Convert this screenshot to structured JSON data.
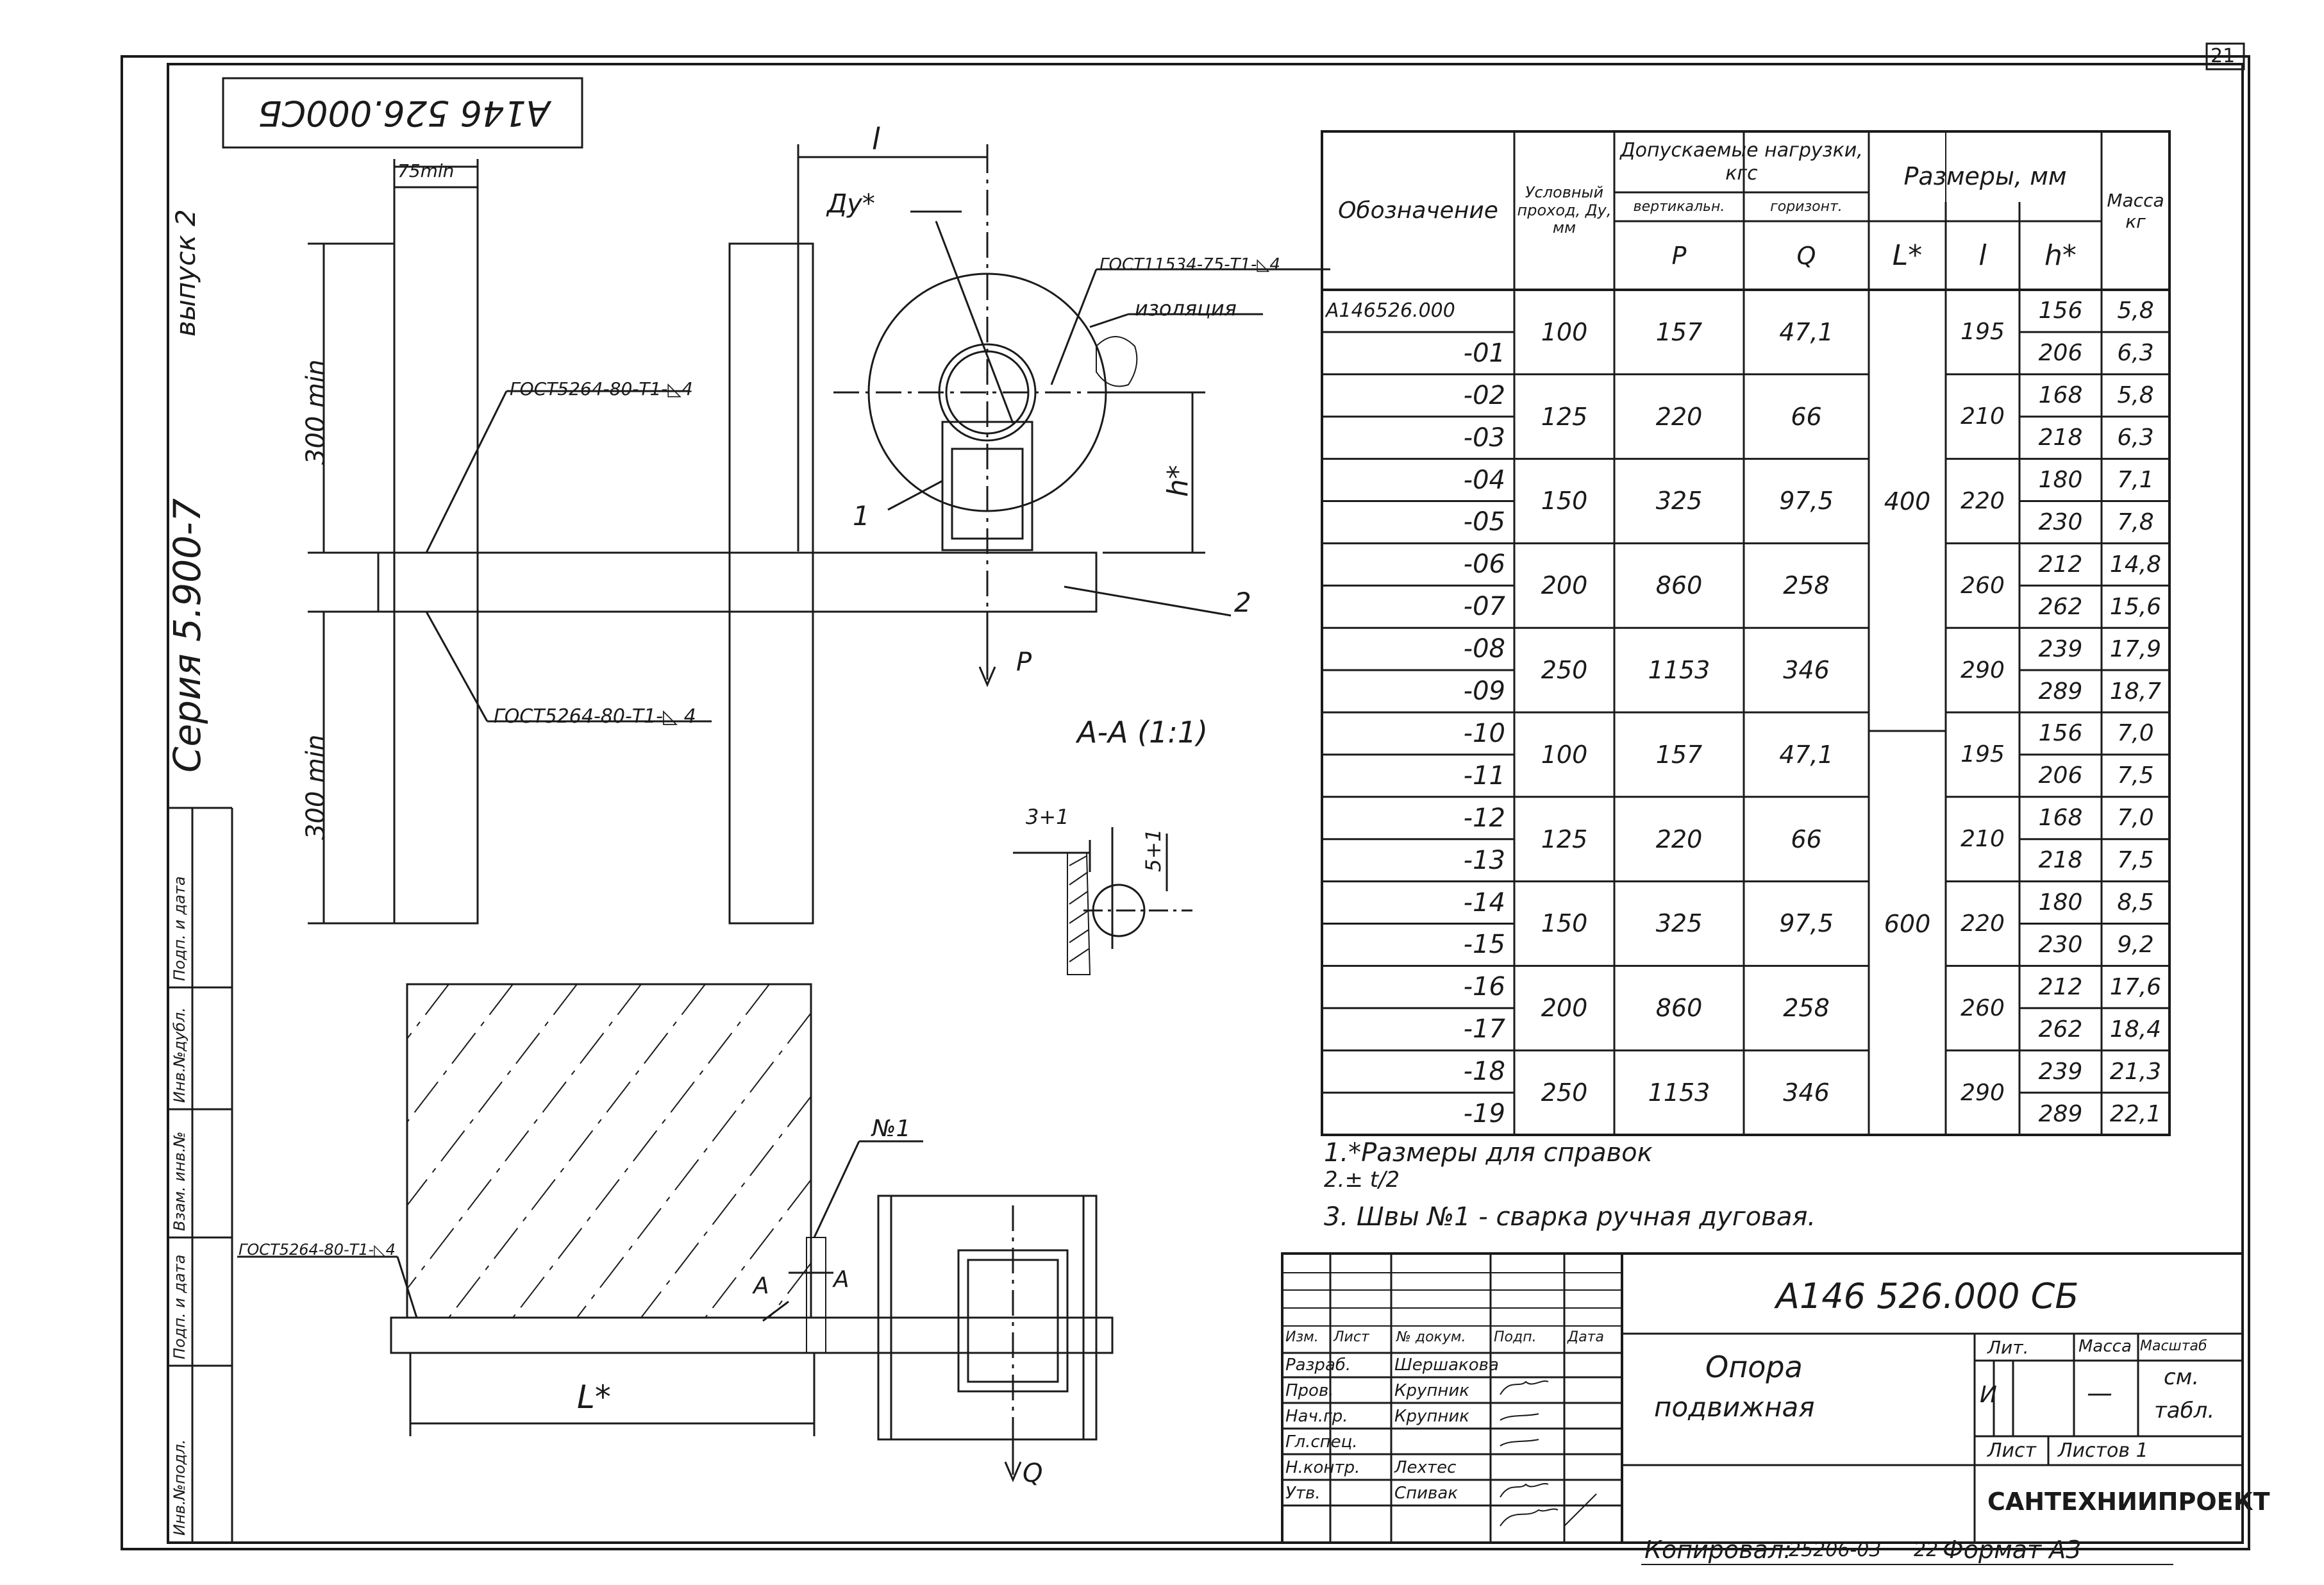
{
  "sheet_number": "21",
  "doc_code": "А146 526.000СБ",
  "doc_code_stamp": "А146 526.000 СБ",
  "series": "Серия 5.900-7",
  "issue": "выпуск 2",
  "drawing": {
    "min75": "75min",
    "min300_top": "300 min",
    "min300_bottom": "300 min",
    "weld_gost_top": "ГОСТ5264-80-Т1-◺4",
    "weld_gost_mid": "ГОСТ5264-80-Т1-◺ 4",
    "weld_gost_plan": "ГОСТ5264-80-Т1-◺4",
    "weld_gost_pipe": "ГОСТ11534-75-Т1-◺4",
    "insulation": "изоляция",
    "dim_l": "l",
    "dim_du": "Ду*",
    "dim_h": "h*",
    "dim_L": "L*",
    "part_1": "1",
    "part_2": "2",
    "load_P": "P",
    "load_Q": "Q",
    "section_aa": "А-А (1:1)",
    "weld_no": "№1",
    "mark_a1": "А",
    "mark_a2": "А",
    "dim_3": "3+1",
    "dim_5": "5+1"
  },
  "table": {
    "headers": {
      "designation": "Обозначение",
      "nominal_bore": "Условный проход, Ду, мм",
      "loads": "Допускаемые нагрузки, кгс",
      "vertical": "вертикальн.",
      "horizontal": "горизонт.",
      "p": "P",
      "q": "Q",
      "sizes": "Размеры, мм",
      "L": "L*",
      "l": "l",
      "h": "h*",
      "mass": "Масса кг"
    },
    "designations": [
      "А146526.000",
      "-01",
      "-02",
      "-03",
      "-04",
      "-05",
      "-06",
      "-07",
      "-08",
      "-09",
      "-10",
      "-11",
      "-12",
      "-13",
      "-14",
      "-15",
      "-16",
      "-17",
      "-18",
      "-19"
    ],
    "groups": [
      {
        "du": "100",
        "p": "157",
        "q": "47,1",
        "l": "195"
      },
      {
        "du": "125",
        "p": "220",
        "q": "66",
        "l": "210"
      },
      {
        "du": "150",
        "p": "325",
        "q": "97,5",
        "l": "220"
      },
      {
        "du": "200",
        "p": "860",
        "q": "258",
        "l": "260"
      },
      {
        "du": "250",
        "p": "1153",
        "q": "346",
        "l": "290"
      },
      {
        "du": "100",
        "p": "157",
        "q": "47,1",
        "l": "195"
      },
      {
        "du": "125",
        "p": "220",
        "q": "66",
        "l": "210"
      },
      {
        "du": "150",
        "p": "325",
        "q": "97,5",
        "l": "220"
      },
      {
        "du": "200",
        "p": "860",
        "q": "258",
        "l": "260"
      },
      {
        "du": "250",
        "p": "1153",
        "q": "346",
        "l": "290"
      }
    ],
    "L_values": [
      "400",
      "600"
    ],
    "h_values": [
      "156",
      "206",
      "168",
      "218",
      "180",
      "230",
      "212",
      "262",
      "239",
      "289",
      "156",
      "206",
      "168",
      "218",
      "180",
      "230",
      "212",
      "262",
      "239",
      "289"
    ],
    "mass_values": [
      "5,8",
      "6,3",
      "5,8",
      "6,3",
      "7,1",
      "7,8",
      "14,8",
      "15,6",
      "17,9",
      "18,7",
      "7,0",
      "7,5",
      "7,0",
      "7,5",
      "8,5",
      "9,2",
      "17,6",
      "18,4",
      "21,3",
      "22,1"
    ]
  },
  "notes": [
    "1.*Размеры для справок",
    "2.± t/2",
    "3. Швы №1 - сварка ручная дуговая."
  ],
  "title_block": {
    "product_name_1": "Опора",
    "product_name_2": "подвижная",
    "lit_header": "Лит.",
    "mass_header": "Масса",
    "scale_header": "Масштаб",
    "lit_value": "И",
    "mass_value": "—",
    "scale_value_1": "см.",
    "scale_value_2": "табл.",
    "sheet_label": "Лист",
    "sheets_label": "Листов 1",
    "organization": "САНТЕХНИИПРОЕКТ",
    "sig_header": [
      "Изм.",
      "Лист",
      "№ докум.",
      "Подп.",
      "Дата"
    ],
    "roles": [
      "Разраб.",
      "Пров.",
      "Нач.гр.",
      "Гл.спец.",
      "Н.контр.",
      "Утв."
    ],
    "names": [
      "Шершакова",
      "Крупник",
      "Крупник",
      "",
      "Лехтес",
      "Спивак"
    ]
  },
  "side_stamp": [
    "Инв.№подл.",
    "Подп. и дата",
    "Взам. инв.№",
    "Инв.№дубл.",
    "Подп. и дата"
  ],
  "footer": {
    "copied": "Копировал:",
    "order": "25206-03",
    "page_no": "22",
    "format": "Формат А3"
  }
}
